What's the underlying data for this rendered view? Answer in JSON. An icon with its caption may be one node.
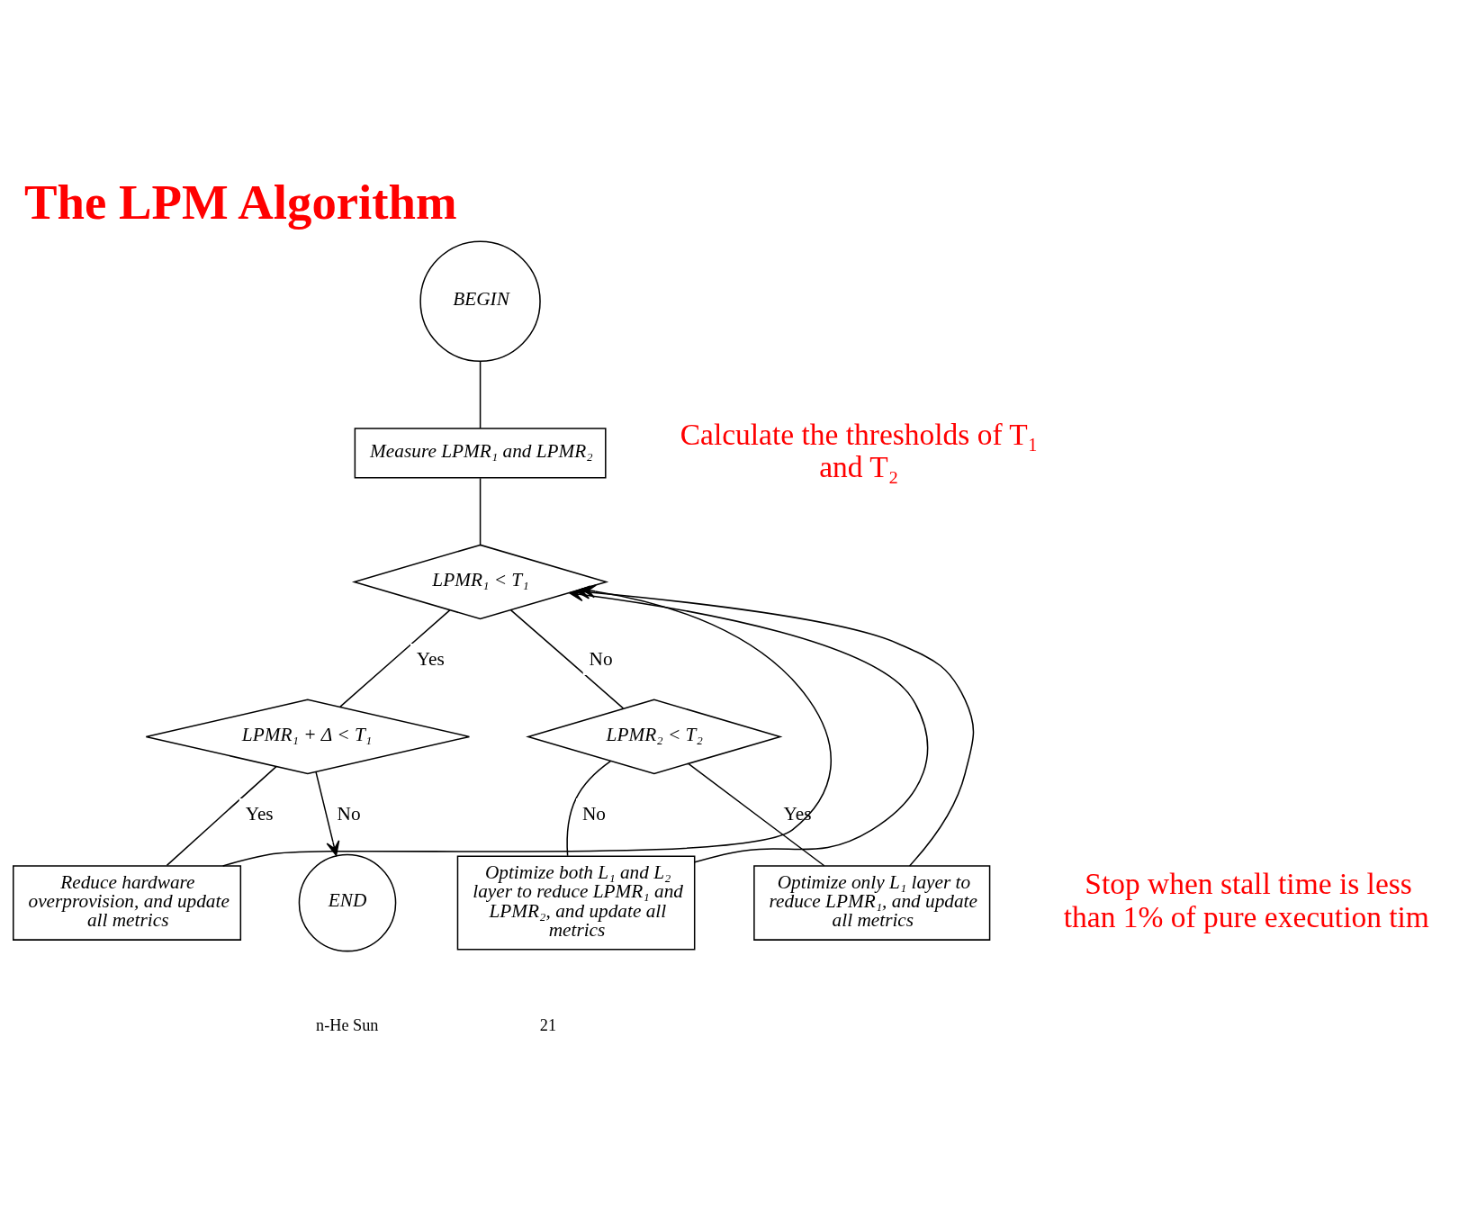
{
  "diagram": {
    "title": "The LPM Algorithm",
    "nodes": [
      {
        "text": [
          "BEGIN"
        ]
      },
      {
        "text": [
          "Measure LPMR₁ and LPMR₂"
        ]
      },
      {
        "text": [
          "LPMR₁ < T₁"
        ]
      },
      {
        "text": [
          "LPMR₁ + Δ < T₁"
        ]
      },
      {
        "text": [
          "LPMR₂ < T₂"
        ]
      },
      {
        "text": [
          "Reduce hardware overprovision, and update all metrics"
        ]
      },
      {
        "text": [
          "Optimize both L₁ and L₂ layer to reduce LPMR₁ and LPMR₂, and update all metrics"
        ]
      },
      {
        "text": [
          "Optimize only L₁ layer to reduce LPMR₁, and update all metrics"
        ]
      },
      {
        "text": [
          "END"
        ]
      }
    ],
    "edges": [
      {
        "from": 0,
        "to": 1,
        "arrow": "none"
      },
      {
        "from": 1,
        "to": 2,
        "arrow": "none"
      },
      {
        "from": 2,
        "to": 3,
        "arrow": "none",
        "label": "Yes"
      },
      {
        "from": 2,
        "to": 4,
        "arrow": "none",
        "label": "No"
      },
      {
        "from": 3,
        "to": 5,
        "arrow": "none",
        "label": "Yes"
      },
      {
        "from": 3,
        "to": 8,
        "arrow": "to",
        "label": "No"
      },
      {
        "from": 4,
        "to": 6,
        "arrow": "none",
        "label": "No"
      },
      {
        "from": 4,
        "to": 7,
        "arrow": "none",
        "label": "Yes"
      },
      {
        "from": 5,
        "to": 2,
        "arrow": "to"
      },
      {
        "from": 6,
        "to": 2,
        "arrow": "to"
      },
      {
        "from": 7,
        "to": 2,
        "arrow": "to"
      }
    ],
    "labels": [
      "Calculate the thresholds of T₁ and T₂",
      "Stop when stall time is less than 1% of pure execution tim",
      "n-He Sun",
      "21"
    ]
  }
}
